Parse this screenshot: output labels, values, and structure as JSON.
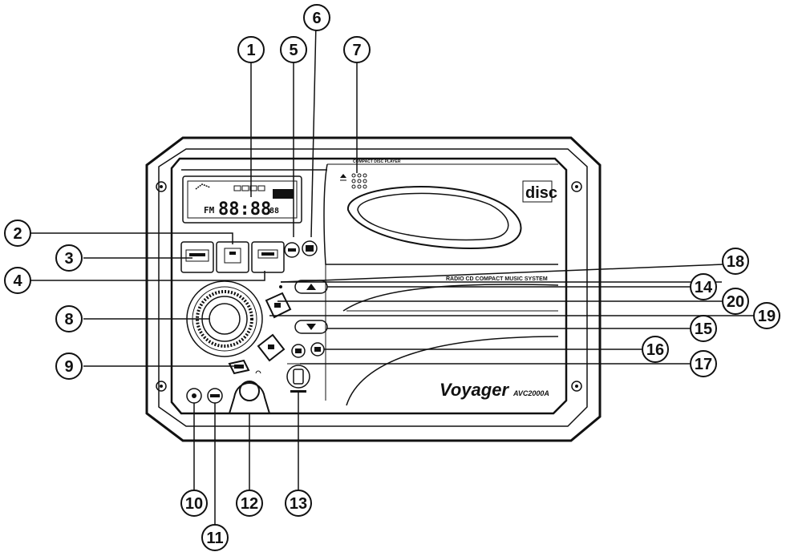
{
  "device": {
    "brand": "Voyager",
    "model": "AVC2000A",
    "system_label": "RADIO CD COMPACT MUSIC SYSTEM",
    "disc_logo": "disc",
    "top_label": "COMPACT DISC PLAYER"
  },
  "lcd": {
    "digits": "88:88",
    "band": "FM",
    "suffix": "88"
  },
  "callouts": [
    "1",
    "2",
    "3",
    "4",
    "5",
    "6",
    "7",
    "8",
    "9",
    "10",
    "11",
    "12",
    "13",
    "14",
    "15",
    "16",
    "17",
    "18",
    "19",
    "20"
  ]
}
